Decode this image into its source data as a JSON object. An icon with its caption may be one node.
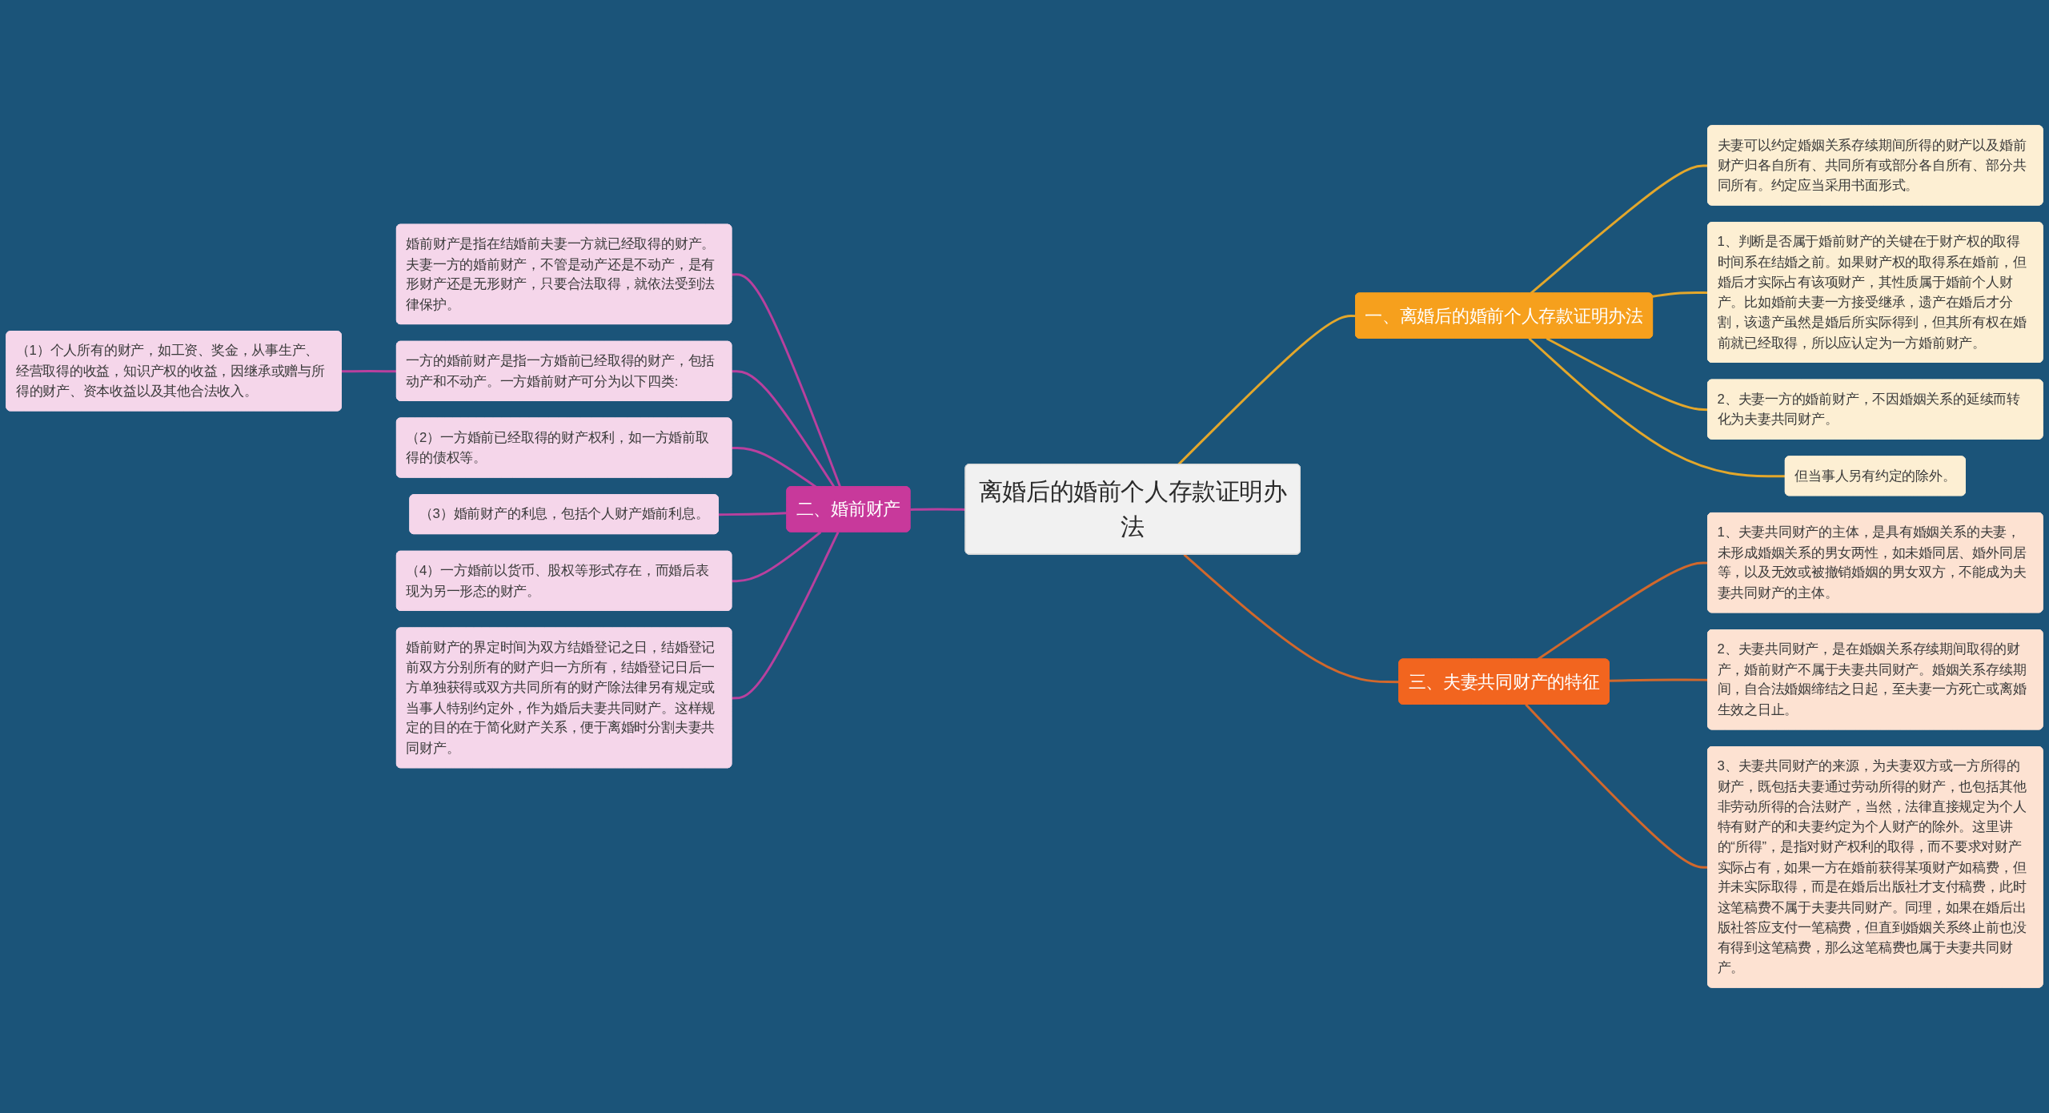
{
  "diagram": {
    "nodes": [
      {
        "text": [
          "离婚后的婚前个人存款证明办法"
        ]
      },
      {
        "text": [
          "一、离婚后的婚前个人存款证明办法"
        ]
      },
      {
        "text": [
          "夫妻可以约定婚姻关系存续期间所得的财产以及婚前财产归各自所有、共同所有或部分各自所有、部分共同所有。约定应当采用书面形式。"
        ]
      },
      {
        "text": [
          "1、判断是否属于婚前财产的关键在于财产权的取得时间系在结婚之前。如果财产权的取得系在婚前，但婚后才实际占有该项财产，其性质属于婚前个人财产。比如婚前夫妻一方接受继承，遗产在婚后才分割，该遗产虽然是婚后所实际得到，但其所有权在婚前就已经取得，所以应认定为一方婚前财产。"
        ]
      },
      {
        "text": [
          "2、夫妻一方的婚前财产，不因婚姻关系的延续而转化为夫妻共同财产。"
        ]
      },
      {
        "text": [
          "但当事人另有约定的除外。"
        ]
      },
      {
        "text": [
          "二、婚前财产"
        ]
      },
      {
        "text": [
          "婚前财产是指在结婚前夫妻一方就已经取得的财产。夫妻一方的婚前财产，不管是动产还是不动产，是有形财产还是无形财产，只要合法取得，就依法受到法律保护。"
        ]
      },
      {
        "text": [
          "一方的婚前财产是指一方婚前已经取得的财产，包括动产和不动产。一方婚前财产可分为以下四类:"
        ]
      },
      {
        "text": [
          "（1）个人所有的财产，如工资、奖金，从事生产、经营取得的收益，知识产权的收益，因继承或赠与所得的财产、资本收益以及其他合法收入。"
        ]
      },
      {
        "text": [
          "（2）一方婚前已经取得的财产权利，如一方婚前取得的债权等。"
        ]
      },
      {
        "text": [
          "（3）婚前财产的利息，包括个人财产婚前利息。"
        ]
      },
      {
        "text": [
          "（4）一方婚前以货币、股权等形式存在，而婚后表现为另一形态的财产。"
        ]
      },
      {
        "text": [
          "婚前财产的界定时间为双方结婚登记之日，结婚登记前双方分别所有的财产归一方所有，结婚登记日后一方单独获得或双方共同所有的财产除法律另有规定或当事人特别约定外，作为婚后夫妻共同财产。这样规定的目的在于简化财产关系，便于离婚时分割夫妻共同财产。"
        ]
      },
      {
        "text": [
          "三、夫妻共同财产的特征"
        ]
      },
      {
        "text": [
          "1、夫妻共同财产的主体，是具有婚姻关系的夫妻，未形成婚姻关系的男女两性，如未婚同居、婚外同居等，以及无效或被撤销婚姻的男女双方，不能成为夫妻共同财产的主体。"
        ]
      },
      {
        "text": [
          "2、夫妻共同财产，是在婚姻关系存续期间取得的财产，婚前财产不属于夫妻共同财产。婚姻关系存续期间，自合法婚姻缔结之日起，至夫妻一方死亡或离婚生效之日止。"
        ]
      },
      {
        "text": [
          "3、夫妻共同财产的来源，为夫妻双方或一方所得的财产，既包括夫妻通过劳动所得的财产，也包括其他非劳动所得的合法财产，当然，法律直接规定为个人特有财产的和夫妻约定为个人财产的除外。这里讲的“所得”，是指对财产权利的取得，而不要求对财产实际占有，如果一方在婚前获得某项财产如稿费，但并未实际取得，而是在婚后出版社才支付稿费，此时这笔稿费不属于夫妻共同财产。同理，如果在婚后出版社答应支付一笔稿费，但直到婚姻关系终止前也没有得到这笔稿费，那么这笔稿费也属于夫妻共同财产。"
        ]
      }
    ],
    "edges": [
      {
        "from": 0,
        "to": 1,
        "arrow": "none",
        "color": "#e3a72b"
      },
      {
        "from": 1,
        "to": 2,
        "arrow": "none",
        "color": "#e3a72b"
      },
      {
        "from": 1,
        "to": 3,
        "arrow": "none",
        "color": "#e3a72b"
      },
      {
        "from": 1,
        "to": 4,
        "arrow": "none",
        "color": "#e3a72b"
      },
      {
        "from": 1,
        "to": 5,
        "arrow": "none",
        "color": "#e3a72b"
      },
      {
        "from": 6,
        "to": 0,
        "arrow": "none"
      },
      {
        "from": 7,
        "to": 6,
        "arrow": "none"
      },
      {
        "from": 8,
        "to": 6,
        "arrow": "none"
      },
      {
        "from": 9,
        "to": 8,
        "arrow": "none"
      },
      {
        "from": 10,
        "to": 6,
        "arrow": "none"
      },
      {
        "from": 11,
        "to": 6,
        "arrow": "none"
      },
      {
        "from": 12,
        "to": 6,
        "arrow": "none"
      },
      {
        "from": 13,
        "to": 6,
        "arrow": "none"
      },
      {
        "from": 0,
        "to": 14,
        "arrow": "none",
        "color": "#d2682c"
      },
      {
        "from": 14,
        "to": 15,
        "arrow": "none",
        "color": "#d2682c"
      },
      {
        "from": 14,
        "to": 16,
        "arrow": "none",
        "color": "#d2682c"
      },
      {
        "from": 14,
        "to": 17,
        "arrow": "none",
        "color": "#d2682c"
      }
    ]
  }
}
